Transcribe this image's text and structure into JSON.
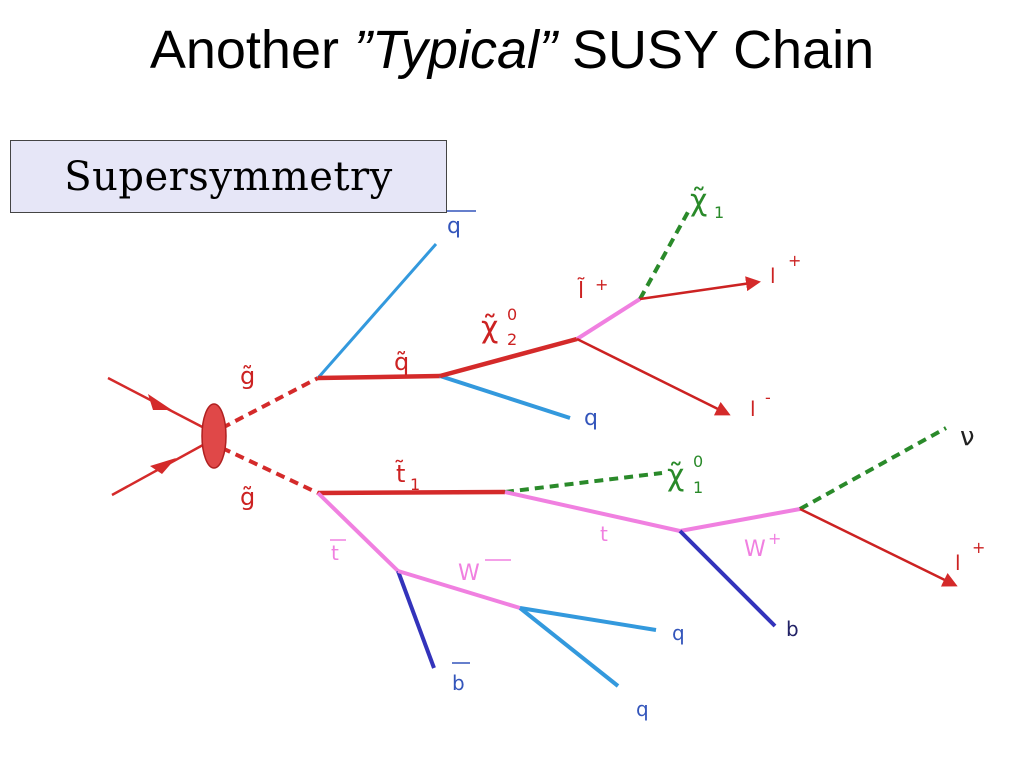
{
  "title": {
    "prefix": "Another ",
    "emphasis": "”Typical”",
    "suffix": " SUSY Chain"
  },
  "box_label": "Supersymmetry",
  "colors": {
    "sparticle": "#d42a2a",
    "neutralino": "#2a8a2a",
    "quark": "#3399dd",
    "top_w": "#f080e0",
    "bottom": "#3333bb",
    "lepton": "#cc2222"
  },
  "labels": {
    "gluino_upper": "g̃",
    "gluino_lower": "g̃",
    "antiquark": "q",
    "squark": "q̃",
    "quark_upper": "q",
    "neutralino2_base": "χ̃",
    "neutralino2_sup": "0",
    "neutralino2_sub": "2",
    "slepton_base": "l̃",
    "slepton_sup": "+",
    "neutralino1_upper_base": "χ̃",
    "neutralino1_upper_sub": "1",
    "lepton_plus_upper_base": "l",
    "lepton_plus_upper_sup": "+",
    "lepton_minus_base": "l",
    "lepton_minus_sup": "-",
    "stop_base": "t̃",
    "stop_sub": "1",
    "neutralino1_lower_base": "χ̃",
    "neutralino1_lower_sup": "0",
    "neutralino1_lower_sub": "1",
    "neutrino": "ν",
    "antitop": "t",
    "top": "t",
    "w_minus": "W",
    "w_plus_base": "W",
    "w_plus_sup": "+",
    "antibottom": "b",
    "bottom": "b",
    "quark_w1": "q",
    "quark_w2": "q",
    "lepton_plus_lower_base": "l",
    "lepton_plus_lower_sup": "+"
  }
}
